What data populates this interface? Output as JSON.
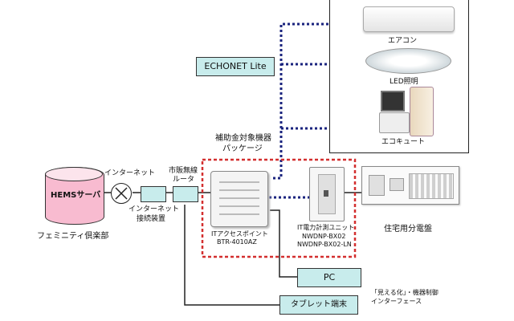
{
  "echonet": {
    "label": "ECHONET Lite"
  },
  "appliances": {
    "aircon": "エアコン",
    "led": "LED照明",
    "ecocute": "エコキュート"
  },
  "package": {
    "line1": "補助金対象機器",
    "line2": "パッケージ"
  },
  "hems": {
    "label": "HEMSサーバ",
    "owner": "フェミニティ倶楽部"
  },
  "internet": {
    "label": "インターネット"
  },
  "connector": {
    "line1": "インターネット",
    "line2": "接続装置"
  },
  "router": {
    "line1": "市販無線",
    "line2": "ルータ"
  },
  "access_point": {
    "line1": "ITアクセスポイント",
    "line2": "BTR-4010AZ"
  },
  "meter": {
    "line1": "IT電力計測ユニット",
    "line2": "NWDNP-BX02",
    "line3": "NWDNP-BX02-LN"
  },
  "panel": {
    "label": "住宅用分電盤"
  },
  "pc": {
    "label": "PC"
  },
  "tablet": {
    "label": "タブレット端末"
  },
  "interface": {
    "line1": "「見える化」・機器制御",
    "line2": "インターフェース"
  }
}
